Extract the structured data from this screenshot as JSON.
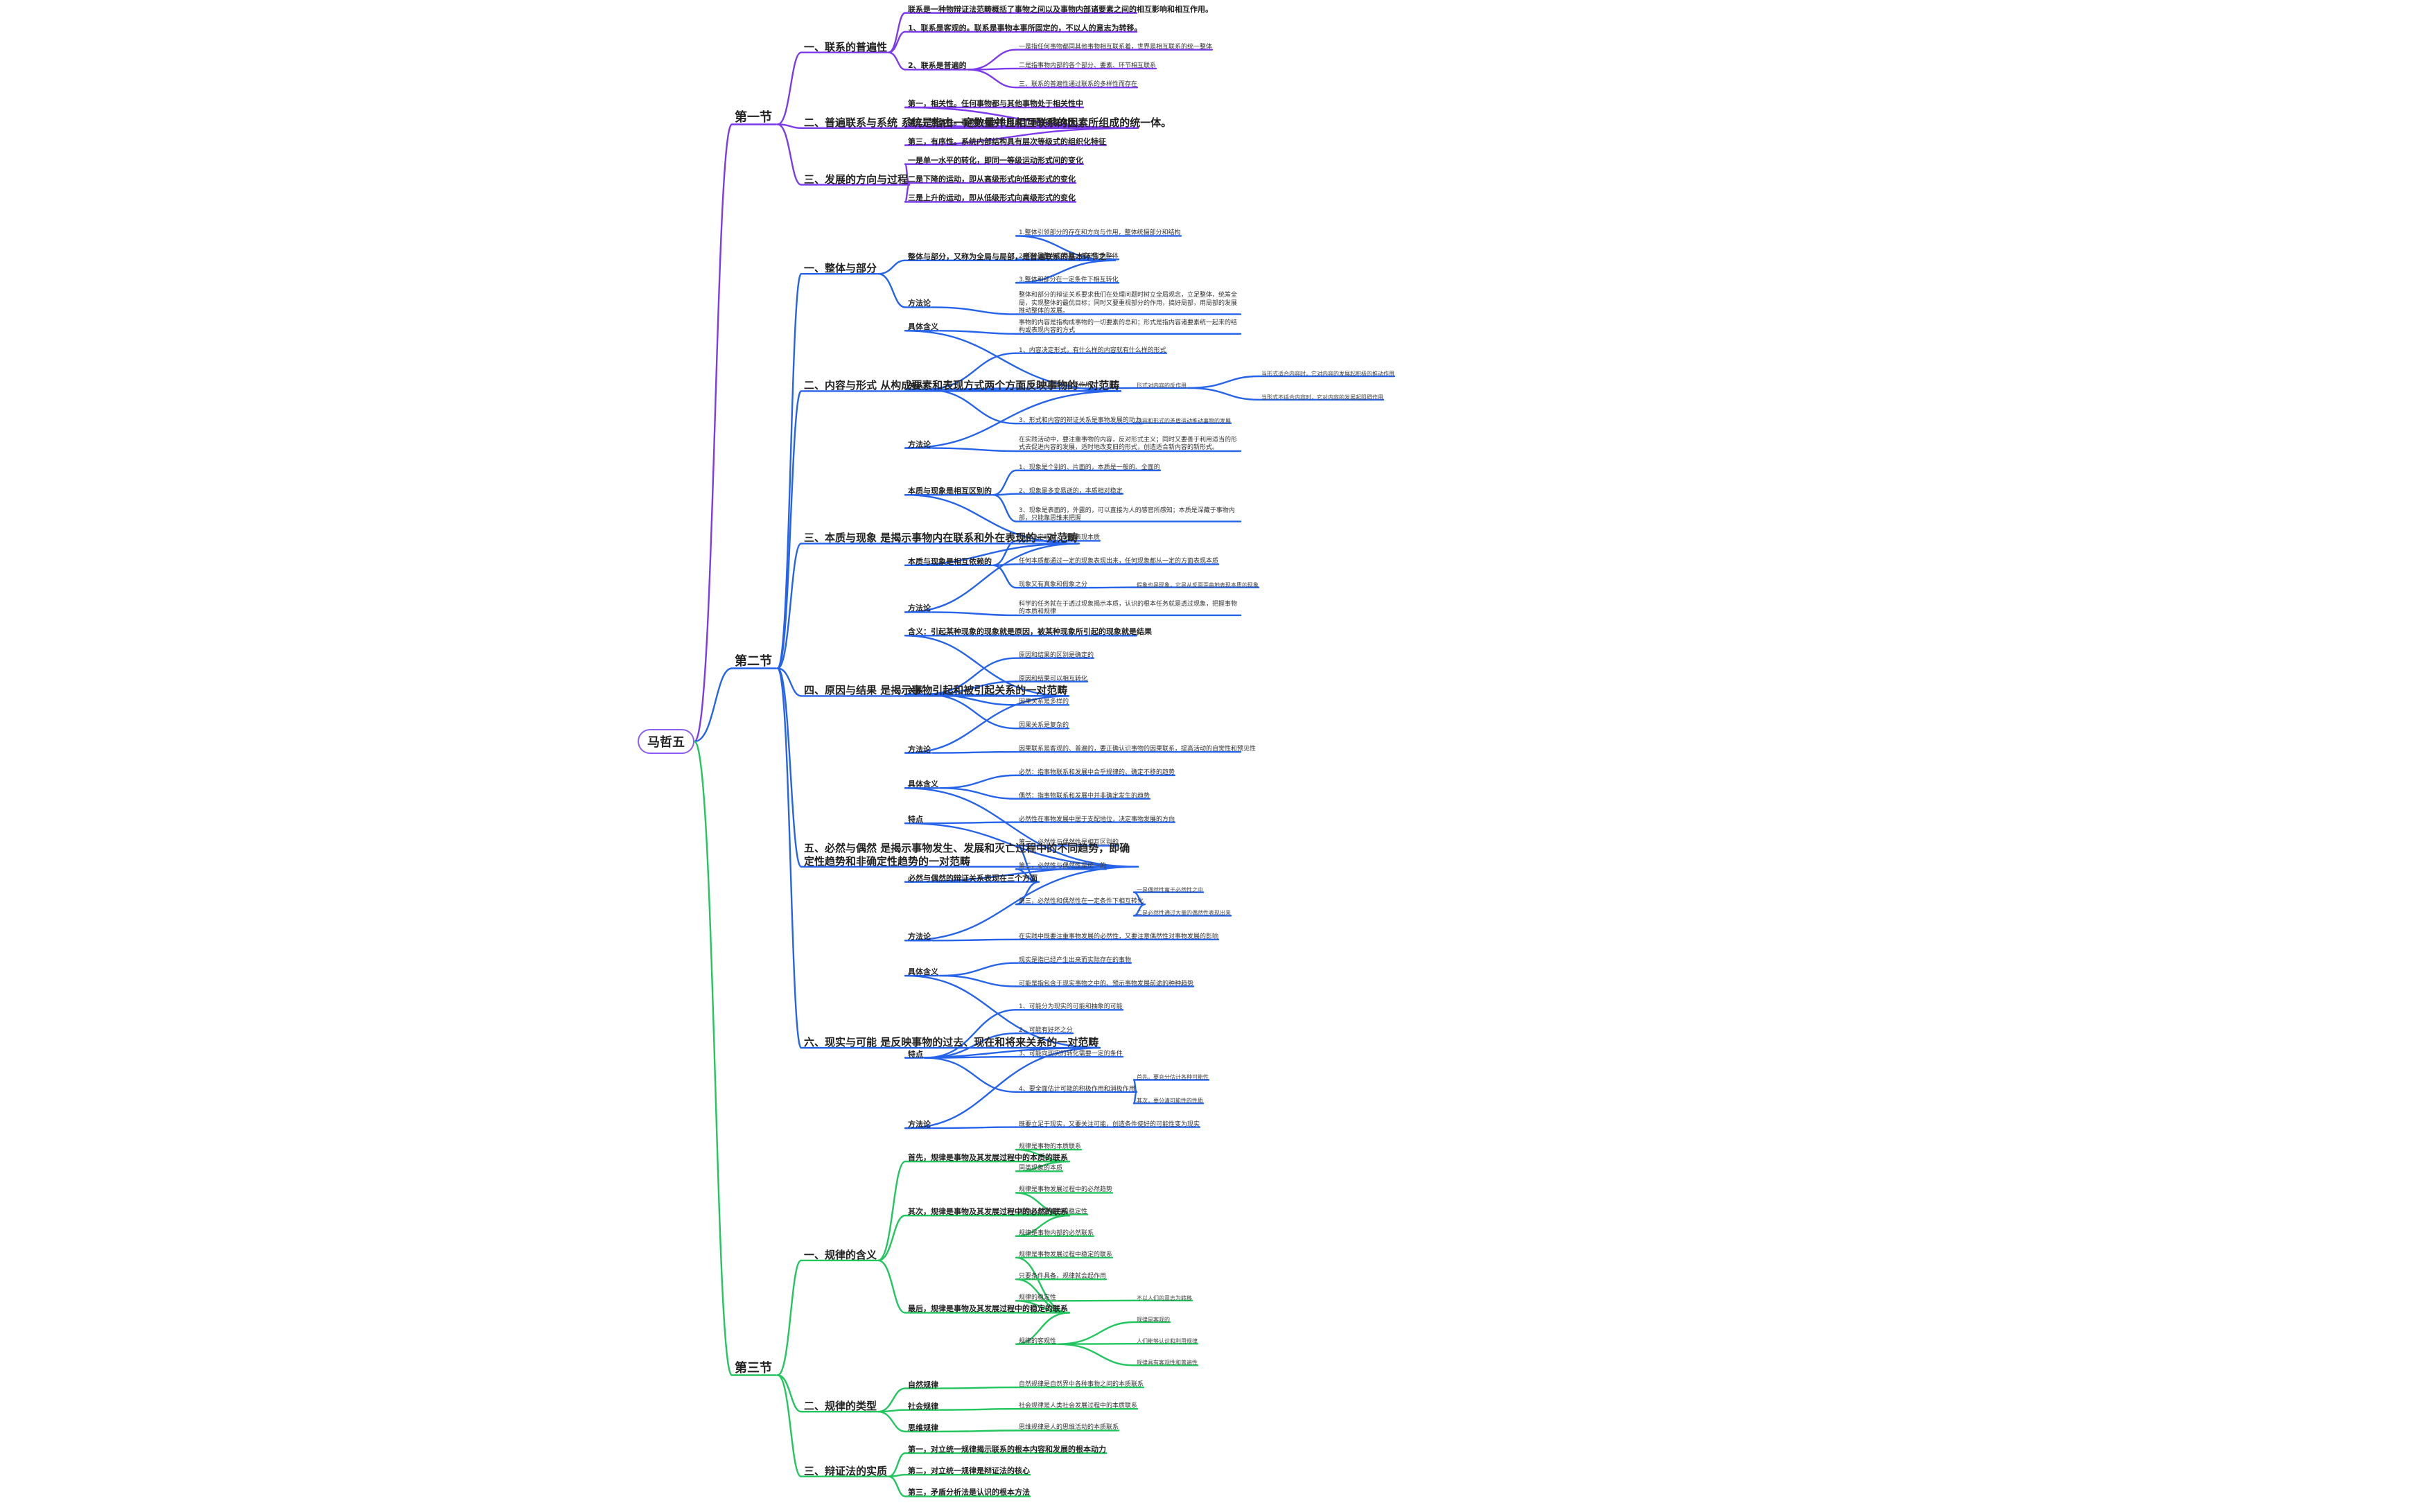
{
  "colors": {
    "root_border": "#8b5cf6",
    "section1": "#7c3aed",
    "section2": "#2563eb",
    "section3": "#22c55e"
  },
  "root": "马哲五",
  "sections": [
    {
      "label": "第一节",
      "color": "#7c3aed",
      "nodes": [
        {
          "text": "一、联系的普遍性",
          "children": [
            {
              "text": "联系是一种物辩证法范畴概括了事物之间以及事物内部诸要素之间的相互影响和相互作用。"
            },
            {
              "text": "1、联系是客观的。联系是事物本事所固定的，不以人的意志为转移。"
            },
            {
              "text": "2、联系是普遍的",
              "children": [
                {
                  "text": "一是指任何事物都同其他事物相互联系着，世界是相互联系的统一整体"
                },
                {
                  "text": "二是指事物内部的各个部分、要素、环节相互联系"
                },
                {
                  "text": "三、联系的普遍性通过联系的多样性而存在"
                }
              ]
            }
          ]
        },
        {
          "text": "二、普遍联系与系统    系统是指由一定数量并且相互联系的因素所组成的统一体。",
          "children": [
            {
              "text": "第一，相关性。任何事物都与其他事物处于相关性中"
            },
            {
              "text": "第二，整体性。事物的相关性形成了事物的整体性。"
            },
            {
              "text": "第三，有序性。系统内部结构具有层次等级式的组织化特征"
            }
          ]
        },
        {
          "text": "三、发展的方向与过程",
          "children": [
            {
              "text": "一是单一水平的转化，即同一等级运动形式间的变化"
            },
            {
              "text": "二是下降的运动，即从高级形式向低级形式的变化"
            },
            {
              "text": "三是上升的运动，即从低级形式向高级形式的变化"
            }
          ]
        }
      ]
    },
    {
      "label": "第二节",
      "color": "#2563eb",
      "nodes": [
        {
          "text": "一、整体与部分",
          "children": [
            {
              "text": "整体与部分，又称为全局与局部，是普遍联系的基本环节之一",
              "children": [
                {
                  "text": "1.整体引领部分的存在和方向与作用，整体统摄部分和结构"
                },
                {
                  "text": "2.部分是整体的基础，部分影响整体"
                },
                {
                  "text": "3.整体和部分在一定条件下相互转化"
                }
              ]
            },
            {
              "text": "方法论",
              "children": [
                {
                  "text": "整体和部分的辩证关系要求我们在处理问题时树立全局观念，立足整体，统筹全局，实现整体的最优目标；同时又要重视部分的作用，搞好局部，用局部的发展推动整体的发展。"
                }
              ]
            }
          ]
        },
        {
          "text": "二、内容与形式    从构成要素和表现方式两个方面反映事物的一对范畴",
          "children": [
            {
              "text": "具体含义",
              "children": [
                {
                  "text": "事物的内容是指构成事物的一切要素的总和；形式是指内容诸要素统一起来的结构或表现内容的方式"
                }
              ]
            },
            {
              "text": "关系",
              "children": [
                {
                  "text": "1、内容决定形式，有什么样的内容就有什么样的形式"
                },
                {
                  "text": "2、形式对内容具有反作用",
                  "children": [
                    {
                      "text": "形式对内容的反作用",
                      "children": [
                        {
                          "text": "当形式适合内容时，它对内容的发展起积极的推动作用"
                        },
                        {
                          "text": "当形式不适合内容时，它对内容的发展起阻碍作用"
                        }
                      ]
                    }
                  ]
                },
                {
                  "text": "3、形式和内容的辩证关系是事物发展的动力",
                  "children": [
                    {
                      "text": "内容和形式的矛盾运动推动事物的发展"
                    }
                  ]
                }
              ]
            },
            {
              "text": "方法论",
              "children": [
                {
                  "text": "在实践活动中，要注重事物的内容，反对形式主义；同时又要善于利用适当的形式去促进内容的发展，适时地改变旧的形式，创造适合新内容的新形式。"
                }
              ]
            }
          ]
        },
        {
          "text": "三、本质与现象        是揭示事物内在联系和外在表现的一对范畴",
          "children": [
            {
              "text": "本质与现象是相互区别的",
              "children": [
                {
                  "text": "1、现象是个别的、片面的，本质是一般的、全面的"
                },
                {
                  "text": "2、现象是多变易逝的，本质相对稳定"
                },
                {
                  "text": "3、现象是表面的，外露的，可以直接为人的感官所感知；本质是深藏于事物内部，只能靠思维来把握"
                }
              ]
            },
            {
              "text": "本质与现象是相互依赖的",
              "children": [
                {
                  "text": "本质决定现象，现象表现本质"
                },
                {
                  "text": "任何本质都通过一定的现象表现出来，任何现象都从一定的方面表现本质"
                },
                {
                  "text": "现象又有真象和假象之分",
                  "children": [
                    {
                      "text": "假象也是现象，它是从反面歪曲地表现本质的现象"
                    }
                  ]
                }
              ]
            },
            {
              "text": "方法论",
              "children": [
                {
                  "text": "科学的任务就在于透过现象揭示本质，认识的根本任务就是透过现象，把握事物的本质和规律"
                }
              ]
            }
          ]
        },
        {
          "text": "四、原因与结果    是揭示事物引起和被引起关系的一对范畴",
          "children": [
            {
              "text": "含义：引起某种现象的现象就是原因，被某种现象所引起的现象就是结果"
            },
            {
              "text": "关系",
              "children": [
                {
                  "text": "原因和结果的区别是确定的"
                },
                {
                  "text": "原因和结果可以相互转化"
                },
                {
                  "text": "因果关系是多样的"
                },
                {
                  "text": "因果关系是复杂的"
                }
              ]
            },
            {
              "text": "方法论",
              "children": [
                {
                  "text": "因果联系是客观的、普遍的，要正确认识事物的因果联系，提高活动的自觉性和预见性"
                }
              ]
            }
          ]
        },
        {
          "text": "五、必然与偶然      是揭示事物发生、发展和灭亡过程中的不同趋势，即确定性趋势和非确定性趋势的一对范畴",
          "children": [
            {
              "text": "具体含义",
              "children": [
                {
                  "text": "必然：指事物联系和发展中合乎规律的、确定不移的趋势"
                },
                {
                  "text": "偶然：指事物联系和发展中并非确定发生的趋势"
                }
              ]
            },
            {
              "text": "特点",
              "children": [
                {
                  "text": "必然性在事物发展中居于支配地位，决定事物发展的方向"
                }
              ]
            },
            {
              "text": "必然与偶然的辩证关系表现在三个方面",
              "children": [
                {
                  "text": "第一，必然性与偶然性是相互区别的"
                },
                {
                  "text": "第二，必然性与偶然性是统一的"
                },
                {
                  "text": "第三，必然性和偶然性在一定条件下相互转化",
                  "children": [
                    {
                      "text": "一是偶然性寓于必然性之中"
                    },
                    {
                      "text": "二是必然性通过大量的偶然性表现出来"
                    }
                  ]
                }
              ]
            },
            {
              "text": "方法论",
              "children": [
                {
                  "text": "在实践中既要注重事物发展的必然性，又要注意偶然性对事物发展的影响"
                }
              ]
            }
          ]
        },
        {
          "text": "六、现实与可能      是反映事物的过去、现在和将来关系的一对范畴",
          "children": [
            {
              "text": "具体含义",
              "children": [
                {
                  "text": "现实是指已经产生出来而实际存在的事物"
                },
                {
                  "text": "可能是指包含于现实事物之中的、预示事物发展前途的种种趋势"
                }
              ]
            },
            {
              "text": "特点",
              "children": [
                {
                  "text": "1、可能分为现实的可能和抽象的可能"
                },
                {
                  "text": "2、可能有好坏之分"
                },
                {
                  "text": "3、可能向现实的转化需要一定的条件"
                },
                {
                  "text": "4、要全面估计可能的积极作用和消极作用",
                  "children": [
                    {
                      "text": "首先，要充分估计各种可能性"
                    },
                    {
                      "text": "其次，要分清可能性的性质"
                    }
                  ]
                }
              ]
            },
            {
              "text": "方法论",
              "children": [
                {
                  "text": "既要立足于现实，又要关注可能，创造条件使好的可能性变为现实"
                }
              ]
            }
          ]
        }
      ]
    },
    {
      "label": "第三节",
      "color": "#22c55e",
      "nodes": [
        {
          "text": "一、规律的含义",
          "children": [
            {
              "text": "首先，规律是事物及其发展过程中的本质的联系",
              "children": [
                {
                  "text": "规律是事物的本质联系"
                },
                {
                  "text": "同类现象的本质"
                }
              ]
            },
            {
              "text": "其次，规律是事物及其发展过程中的必然的联系",
              "children": [
                {
                  "text": "规律是事物发展过程中的必然趋势"
                },
                {
                  "text": "规律具有普遍性和稳定性"
                },
                {
                  "text": "规律是事物内部的必然联系"
                }
              ]
            },
            {
              "text": "最后，规律是事物及其发展过程中的稳定的联系",
              "children": [
                {
                  "text": "规律是事物发展过程中稳定的联系"
                },
                {
                  "text": "只要条件具备，规律就会起作用"
                },
                {
                  "text": "规律的稳定性",
                  "children": [
                    {
                      "text": "不以人们的意志为转移"
                    }
                  ]
                },
                {
                  "text": "规律的客观性",
                  "children": [
                    {
                      "text": "规律是客观的"
                    },
                    {
                      "text": "人们能够认识和利用规律"
                    },
                    {
                      "text": "规律具有客观性和普遍性"
                    }
                  ]
                }
              ]
            }
          ]
        },
        {
          "text": "二、规律的类型",
          "children": [
            {
              "text": "自然规律",
              "children": [
                {
                  "text": "自然规律是自然界中各种事物之间的本质联系"
                }
              ]
            },
            {
              "text": "社会规律",
              "children": [
                {
                  "text": "社会规律是人类社会发展过程中的本质联系"
                }
              ]
            },
            {
              "text": "思维规律",
              "children": [
                {
                  "text": "思维规律是人的思维活动的本质联系"
                }
              ]
            }
          ]
        },
        {
          "text": "三、辩证法的实质",
          "children": [
            {
              "text": "第一，对立统一规律揭示联系的根本内容和发展的根本动力"
            },
            {
              "text": "第二，对立统一规律是辩证法的核心"
            },
            {
              "text": "第三，矛盾分析法是认识的根本方法"
            }
          ]
        }
      ]
    }
  ]
}
